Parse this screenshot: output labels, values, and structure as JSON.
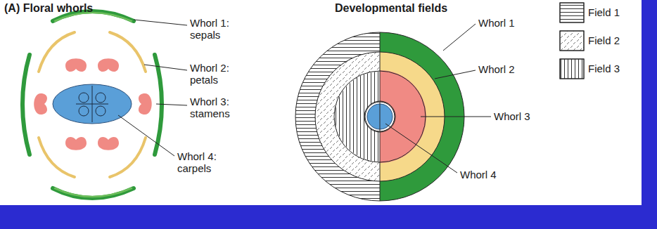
{
  "diagram": {
    "title": "(A) Floral whorls",
    "labels": [
      "Whorl 1: sepals",
      "Whorl 2: petals",
      "Whorl 3: stamens",
      "Whorl 4: carpels",
      "Developmental fields",
      "Whorl 1",
      "Whorl 2",
      "Whorl 3",
      "Whorl 4"
    ],
    "legend": [
      {
        "text": "Field 1"
      },
      {
        "text": "Field 2"
      },
      {
        "text": "Field 3"
      }
    ]
  }
}
